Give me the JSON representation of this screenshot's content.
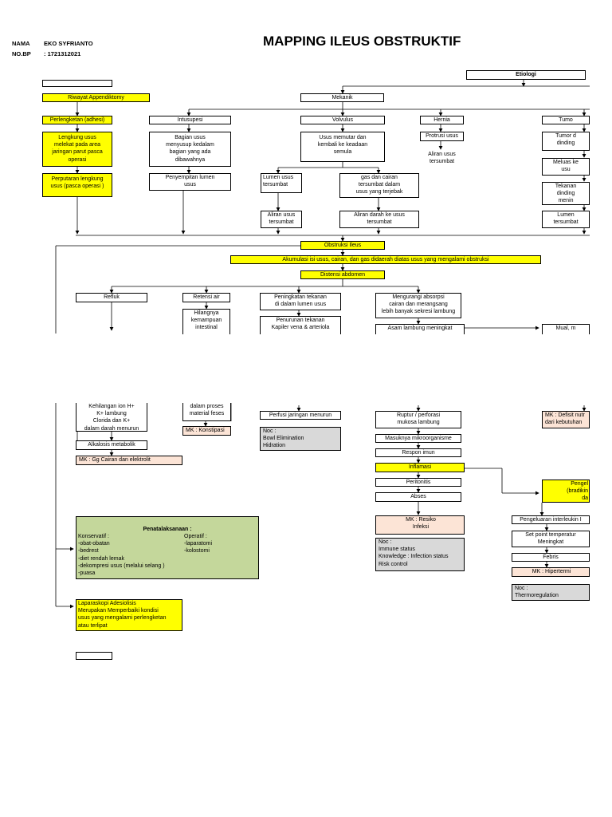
{
  "header": {
    "nama_label": "NAMA",
    "nama_value": "EKO SYFRIANTO",
    "nobp_label": "NO.BP",
    "nobp_value": ": 1721312021",
    "title": "MAPPING ILEUS OBSTRUKTIF"
  },
  "nodes": {
    "etiologi": "Etiologi",
    "riwayat": "Riwayat Appendiktomy",
    "mekanik": "Mekanik",
    "perlengketan": "Perlengketan (adhesi)",
    "intusupesi": "Intusupesi",
    "volvulus": "Volvulus",
    "hernia": "Hernia",
    "tumor": "Tumo",
    "lengkung": "Lengkung usus\nmelekat pada area\njaringan parut pasca\noperasi",
    "bagian_usus": "Bagian usus\nmenyusup kedalam\nbagian yang ada\ndibawahnya",
    "usus_memutar": "Usus memutar dan\nkembali ke keadaan\nsemula",
    "protrusi": "Protrusi usus",
    "tumor_d": "Tumor d\ndinding",
    "aliran_usus_tersumbat_hernia": "Aliran usus\ntersumbat",
    "meluas": "Meluas ke\nusu",
    "perputaran": "Perputaran lengkung\nusus (pasca operasi )",
    "penyempitan": "Penyempitan lumen\nusus",
    "lumen_usus": "Lumen usus\ntersumbat",
    "gas_cairan": "gas dan cairan\ntersumbat dalam\nusus yang terjebak",
    "tekanan": "Tekanan\ndinding\nmenin",
    "aliran_usus_tersumbat": "Aliran usus\ntersumbat",
    "aliran_darah": "Aliran darah ke usus\ntersumbat",
    "lumen_tersumbat_r": "Lumen\ntersumbat",
    "obstruksi": "Obstruksi Ileus",
    "akumulasi": "Akumulasi isi usus, cairan, dan gas didaerah diatas usus yang mengalami obstruksi",
    "distensi": "Distensi abdomen",
    "refluk": "Refluk",
    "retensi": "Retensi air",
    "peningkatan": "Peningkatan tekanan\ndi dalam lumen usus",
    "mengurangi": "Mengurangi absorpsi\ncairan dan merangsang\nlebih banyak sekresi lambung",
    "hilangnya": "Hilangnya\nkemampuan\nintestinal",
    "penurunan": "Penurunan tekanan\nKapiler vena & arteriola",
    "asam": "Asam lambung meningkat",
    "mual": "Mual, m",
    "kehilangan": "Kehilangan ion H+\nK+ lambung\nClorida dan K+\ndalam darah menurun",
    "dalam_proses": "dalam proses\nmaterial feses",
    "perfusi": "Perfusi jaringan menurun",
    "ruptur": "Ruptur / perforasi\nmukosa lambung",
    "mk_defisit": "MK : Defisit nutr\ndari kebutuhan",
    "mk_konstipasi": "MK : Konstipasi",
    "noc_bowel": "Noc :\nBowl Elimination\nHidration",
    "alkalosis": "Alkalosis metabolik",
    "masuknya": "Masuknya mikroorganisme",
    "respon": "Respon imun",
    "mk_gg": "MK : Gg Cairan dan elektrolit",
    "inflamasi": "Inflamasi",
    "pengel": "Pengel\n(bradikin\nda",
    "peritonitis": "Peritonitis",
    "abses": "Abses",
    "pengeluaran_interleukin": "Pengeluaran interleukin I",
    "mk_resiko": "MK : Resiko\nInfeksi",
    "set_point": "Set point temperatur\nMeningkat",
    "noc_immune": "Noc :\nImmune status\nKnowledge : Infection status\nRisk control",
    "febris": "Febris",
    "mk_hipertermi": "MK : Hipertermi",
    "noc_thermo": "Noc :\nThermoregulation"
  },
  "penatalaksanaan": {
    "title": "Penatalaksanaan :",
    "konservatif": "Konservatif :\n-obat-obatan\n-bedrest\n-diet rendah lemak\n-dekompresi usus (melalui selang )\n-puasa",
    "operatif": "Operatif :\n-laparatomi\n-kolostomi"
  },
  "laparaskopi": "Laparaskopi Adesiolisis\nMerupakan Memperbaiki kondisi\nusus yang mengalami perlengketan\natau terlipat"
}
